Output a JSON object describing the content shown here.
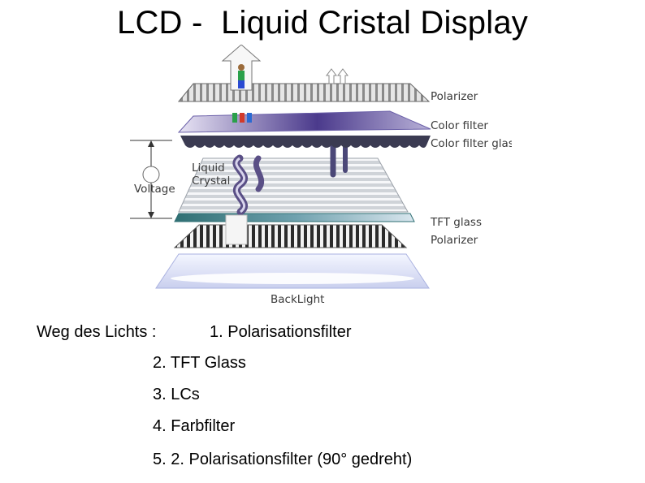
{
  "title": "LCD -  Liquid Cristal Display",
  "diagram": {
    "labels": {
      "polarizer_top": "Polarizer",
      "color_filter": "Color filter",
      "color_filter_glass": "Color filter glass",
      "liquid": "Liquid",
      "crystal": "Crystal",
      "voltage": "Voltage",
      "tft_glass": "TFT glass",
      "polarizer_bottom": "Polarizer",
      "backlight": "BackLight"
    },
    "colors": {
      "color_filter": "#4b3a8c",
      "tft_glass": "#2f6f73",
      "glass_dark": "#3b3b52"
    }
  },
  "path": {
    "label": "Weg des Lichts :",
    "steps": [
      "1. Polarisationsfilter",
      "2. TFT Glass",
      "3. LCs",
      "4. Farbfilter",
      "5. 2. Polarisationsfilter (90° gedreht)"
    ]
  }
}
